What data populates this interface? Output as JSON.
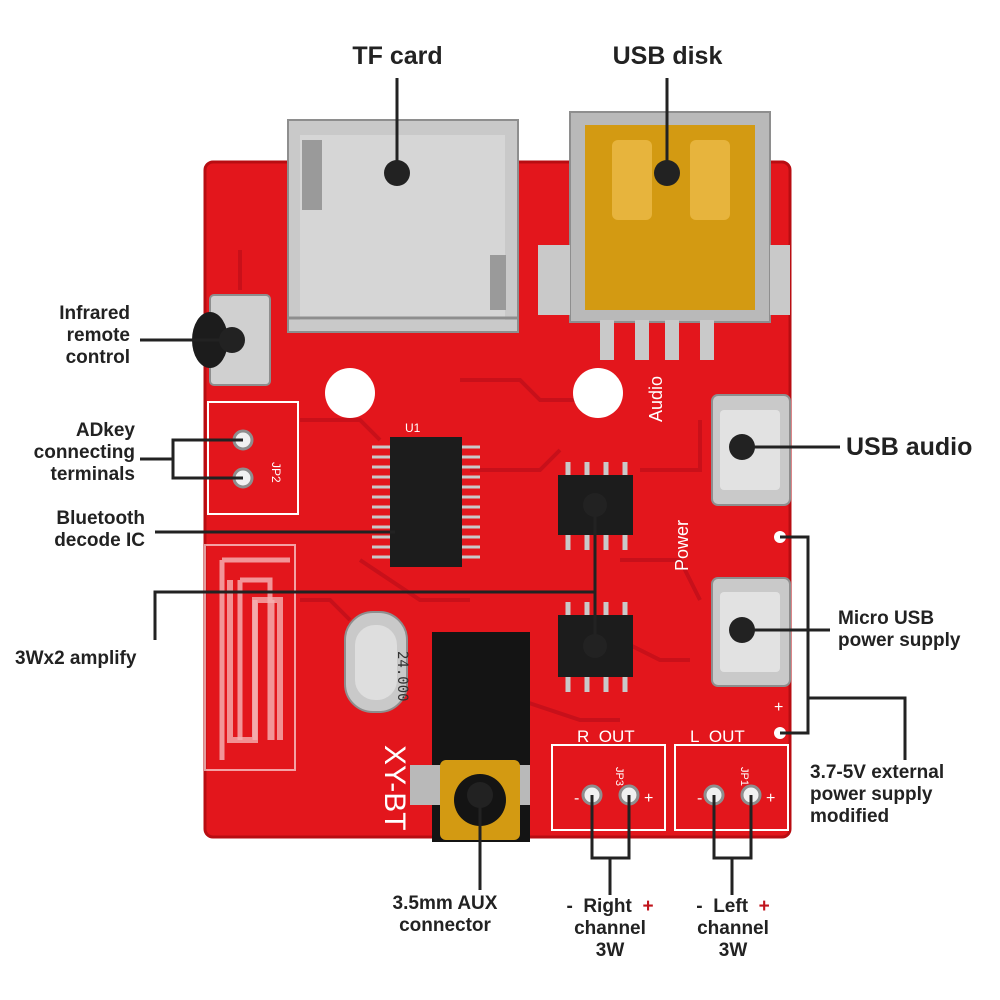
{
  "colors": {
    "pcb": "#e3161c",
    "pcb_dark": "#b80d12",
    "pcb_trace": "#c5101a",
    "metal": "#c9c9c9",
    "metal_dark": "#8e8e8e",
    "usb_gold": "#d39a12",
    "chip": "#1c1c1c",
    "silkscreen": "#ffffff",
    "leader": "#222222",
    "polarity": "#c0141c",
    "text": "#222222"
  },
  "labels": {
    "tf_card": "TF card",
    "usb_disk": "USB disk",
    "infrared_line1": "Infrared",
    "infrared_line2": "remote",
    "infrared_line3": "control",
    "adkey_line1": "ADkey",
    "adkey_line2": "connecting",
    "adkey_line3": "terminals",
    "bt_line1": "Bluetooth",
    "bt_line2": "decode IC",
    "amplify": "3Wx2 amplify",
    "usb_audio": "USB audio",
    "micro_usb_line1": "Micro USB",
    "micro_usb_line2": "power supply",
    "ext_power_line1": "3.7-5V external",
    "ext_power_line2": "power supply",
    "ext_power_line3": "modified",
    "aux_line1": "3.5mm AUX",
    "aux_line2": "connector",
    "right_ch_line1": "Right",
    "right_ch_line2": "channel",
    "right_ch_line3": "3W",
    "left_ch_line1": "Left",
    "left_ch_line2": "channel",
    "left_ch_line3": "3W",
    "minus": "-",
    "plus": "+"
  },
  "board_markings": {
    "model": "XY-BT",
    "r_out": "R_OUT",
    "l_out": "L_OUT",
    "audio": "Audio",
    "power": "Power",
    "crystal": "24.000",
    "jp1": "JP1",
    "jp2": "JP2",
    "jp3": "JP3",
    "u1": "U1",
    "plus": "+",
    "minus": "-"
  }
}
